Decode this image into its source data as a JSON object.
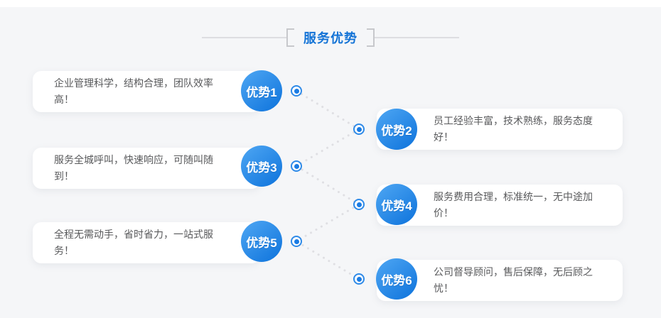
{
  "header": {
    "title": "服务优势"
  },
  "advantages": [
    {
      "badge": "优势1",
      "text": "企业管理科学，结构合理，团队效率高！",
      "side": "left"
    },
    {
      "badge": "优势2",
      "text": "员工经验丰富，技术熟练，服务态度好！",
      "side": "right"
    },
    {
      "badge": "优势3",
      "text": "服务全城呼叫，快速响应，可随叫随到！",
      "side": "left"
    },
    {
      "badge": "优势4",
      "text": "服务费用合理，标准统一，无中途加价！",
      "side": "right"
    },
    {
      "badge": "优势5",
      "text": "全程无需动手，省时省力，一站式服务！",
      "side": "left"
    },
    {
      "badge": "优势6",
      "text": "公司督导顾问，售后保障，无后顾之忧！",
      "side": "right"
    }
  ],
  "colors": {
    "title_blue": "#1373d6",
    "badge_blue_start": "#4ba4f2",
    "badge_blue_end": "#1478de",
    "marker_blue": "#1b7ce4",
    "panel_gray": "#f5f6f8",
    "dot_gray": "#dfdfe3",
    "text_gray": "#58595b"
  }
}
